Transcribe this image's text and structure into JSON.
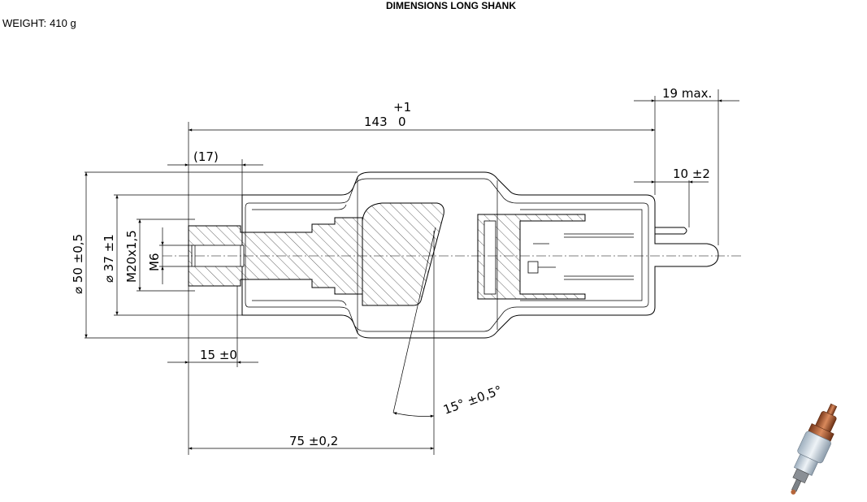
{
  "header": {
    "title": "DIMENSIONS LONG SHANK",
    "weight_label": "WEIGHT:",
    "weight_value": "410 g"
  },
  "dimensions": {
    "overall_length": "143",
    "overall_length_tol_upper": "+1",
    "overall_length_tol_lower": "0",
    "pin_max": "19 max.",
    "ref_17": "(17)",
    "pin_offset": "10 ±2",
    "dia_50": "⌀ 50 ±0,5",
    "dia_37": "⌀ 37 ±1",
    "thread_m20": "M20x1,5",
    "thread_m6": "M6",
    "shank_15": "15 ±0",
    "angle": "15° ±0,5°",
    "len_75": "75 ±0,2"
  },
  "product_image": {
    "icon": "tube-product-icon",
    "colors": {
      "copper": "#b5653a",
      "glass": "#c9d3dc",
      "metal": "#8a8f95"
    }
  }
}
